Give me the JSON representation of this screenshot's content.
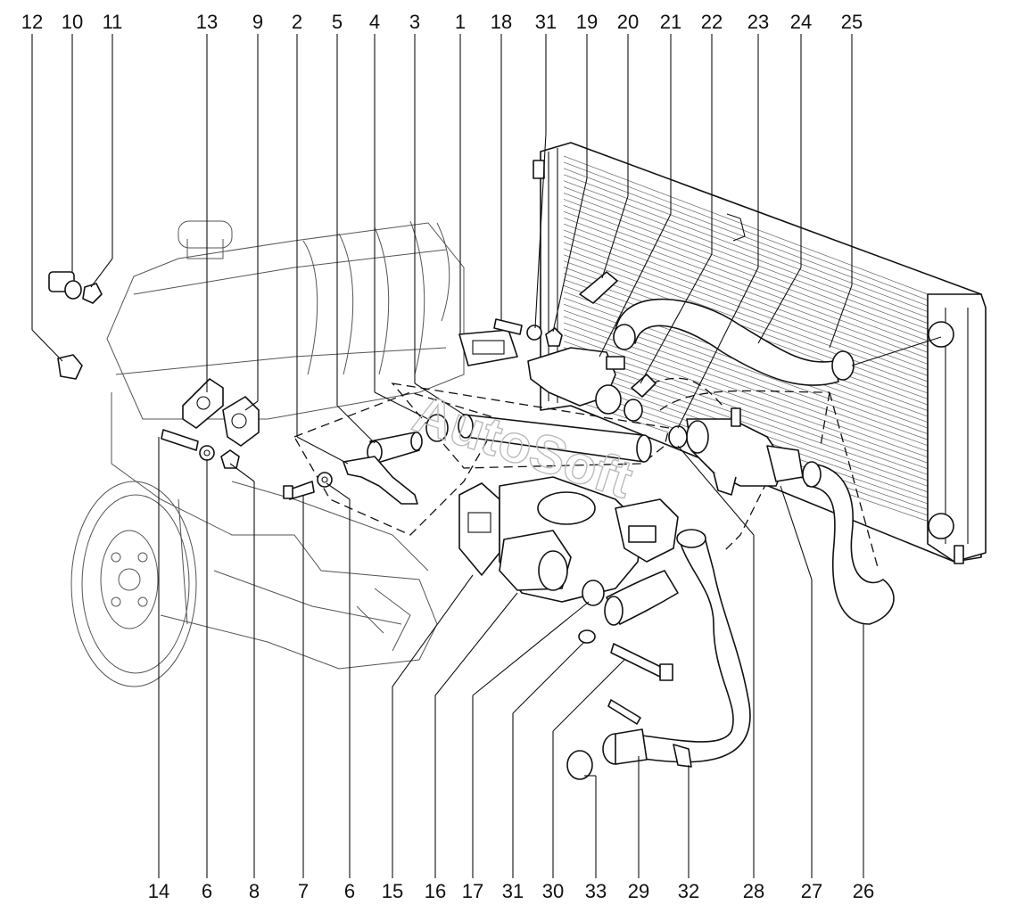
{
  "diagram": {
    "watermark": "AutoSoft",
    "top_labels": [
      "12",
      "10",
      "11",
      "13",
      "9",
      "2",
      "5",
      "4",
      "3",
      "1",
      "18",
      "31",
      "19",
      "20",
      "21",
      "22",
      "23",
      "24",
      "25"
    ],
    "bottom_labels": [
      "14",
      "6",
      "8",
      "7",
      "6",
      "15",
      "16",
      "17",
      "31",
      "30",
      "33",
      "29",
      "32",
      "28",
      "27",
      "26"
    ]
  }
}
